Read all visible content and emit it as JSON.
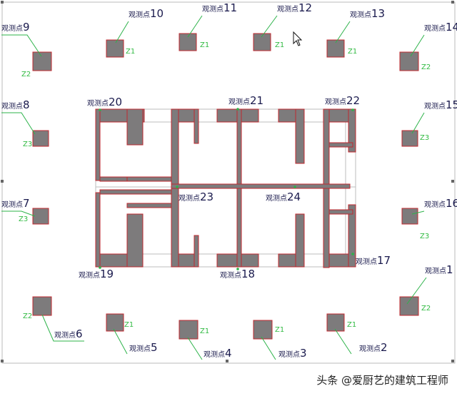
{
  "title": "",
  "observation_points": [
    {
      "id": "p1",
      "label": "观测点1"
    },
    {
      "id": "p2",
      "label": "观测点2"
    },
    {
      "id": "p3",
      "label": "观测点3"
    },
    {
      "id": "p4",
      "label": "观测点4"
    },
    {
      "id": "p5",
      "label": "观测点5"
    },
    {
      "id": "p6",
      "label": "观测点6"
    },
    {
      "id": "p7",
      "label": "观测点7"
    },
    {
      "id": "p8",
      "label": "观测点8"
    },
    {
      "id": "p9",
      "label": "观测点9"
    },
    {
      "id": "p10",
      "label": "观测点10"
    },
    {
      "id": "p11",
      "label": "观测点11"
    },
    {
      "id": "p12",
      "label": "观测点12"
    },
    {
      "id": "p13",
      "label": "观测点13"
    },
    {
      "id": "p14",
      "label": "观测点14"
    },
    {
      "id": "p15",
      "label": "观测点15"
    },
    {
      "id": "p16",
      "label": "观测点16"
    },
    {
      "id": "p17",
      "label": "观测点17"
    },
    {
      "id": "p18",
      "label": "观测点18"
    },
    {
      "id": "p19",
      "label": "观测点19"
    },
    {
      "id": "p20",
      "label": "观测点20"
    },
    {
      "id": "p21",
      "label": "观测点21"
    },
    {
      "id": "p22",
      "label": "观测点22"
    },
    {
      "id": "p23",
      "label": "观测点23"
    },
    {
      "id": "p24",
      "label": "观测点24"
    }
  ],
  "column_tags": {
    "z1": "Z1",
    "z2": "Z2",
    "z3": "Z3"
  },
  "watermark": "头条 @爱厨艺的建筑工程师",
  "colors": {
    "fill": "#7d7b7c",
    "edge": "#c0282f",
    "leader": "#2db34a",
    "label": "#1a1a4d",
    "tag": "#33bb44",
    "frame": "#bbbbbb"
  }
}
